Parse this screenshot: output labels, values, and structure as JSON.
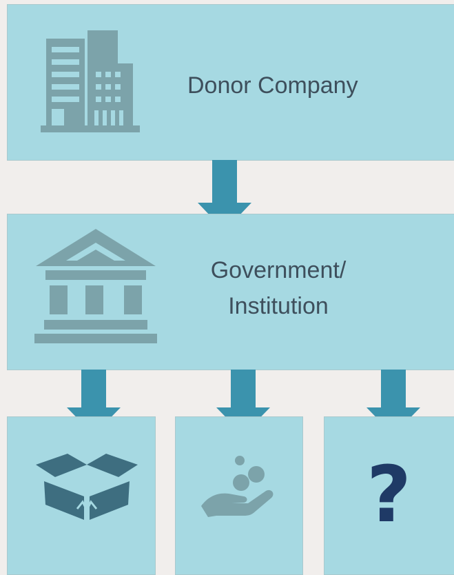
{
  "diagram": {
    "donor": {
      "label": "Donor Company",
      "icon": "office-building-icon"
    },
    "government": {
      "label_line1": "Government/",
      "label_line2": "Institution",
      "icon": "institution-building-icon"
    },
    "outcomes": [
      {
        "icon": "open-box-icon"
      },
      {
        "icon": "giving-hand-icon"
      },
      {
        "icon": "question-mark-icon",
        "text": "?"
      }
    ]
  },
  "colors": {
    "background": "#f1eeec",
    "box_fill": "#a6d9e2",
    "arrow": "#3b93ad",
    "icon_gray": "#7ca3aa",
    "box_icon": "#3e6e80",
    "question_mark": "#1f3a66",
    "text": "#3e4f5c"
  }
}
